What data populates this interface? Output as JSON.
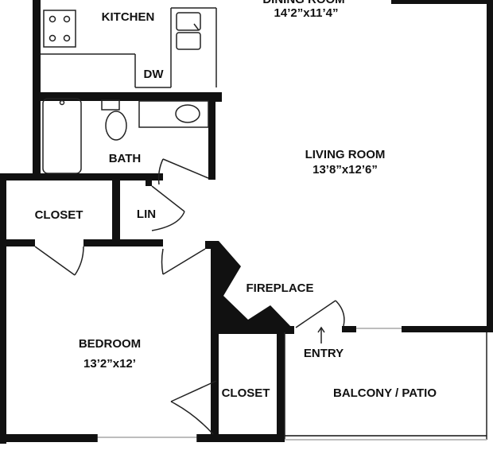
{
  "rooms": {
    "dining_room": {
      "name": "DINING ROOM",
      "dims": "14’2”x11’4”"
    },
    "kitchen": {
      "name": "KITCHEN"
    },
    "dishwasher": {
      "name": "DW"
    },
    "bath": {
      "name": "BATH"
    },
    "living_room": {
      "name": "LIVING ROOM",
      "dims": "13’8”x12’6”"
    },
    "closet_upper": {
      "name": "CLOSET"
    },
    "linen": {
      "name": "LIN"
    },
    "fireplace": {
      "name": "FIREPLACE"
    },
    "entry": {
      "name": "ENTRY"
    },
    "bedroom": {
      "name": "BEDROOM",
      "dims": "13’2”x12’"
    },
    "closet_lower": {
      "name": "CLOSET"
    },
    "balcony": {
      "name": "BALCONY / PATIO"
    }
  },
  "colors": {
    "wall": "#111111",
    "line": "#222222",
    "window": "#bdbdbd",
    "background": "#ffffff"
  }
}
